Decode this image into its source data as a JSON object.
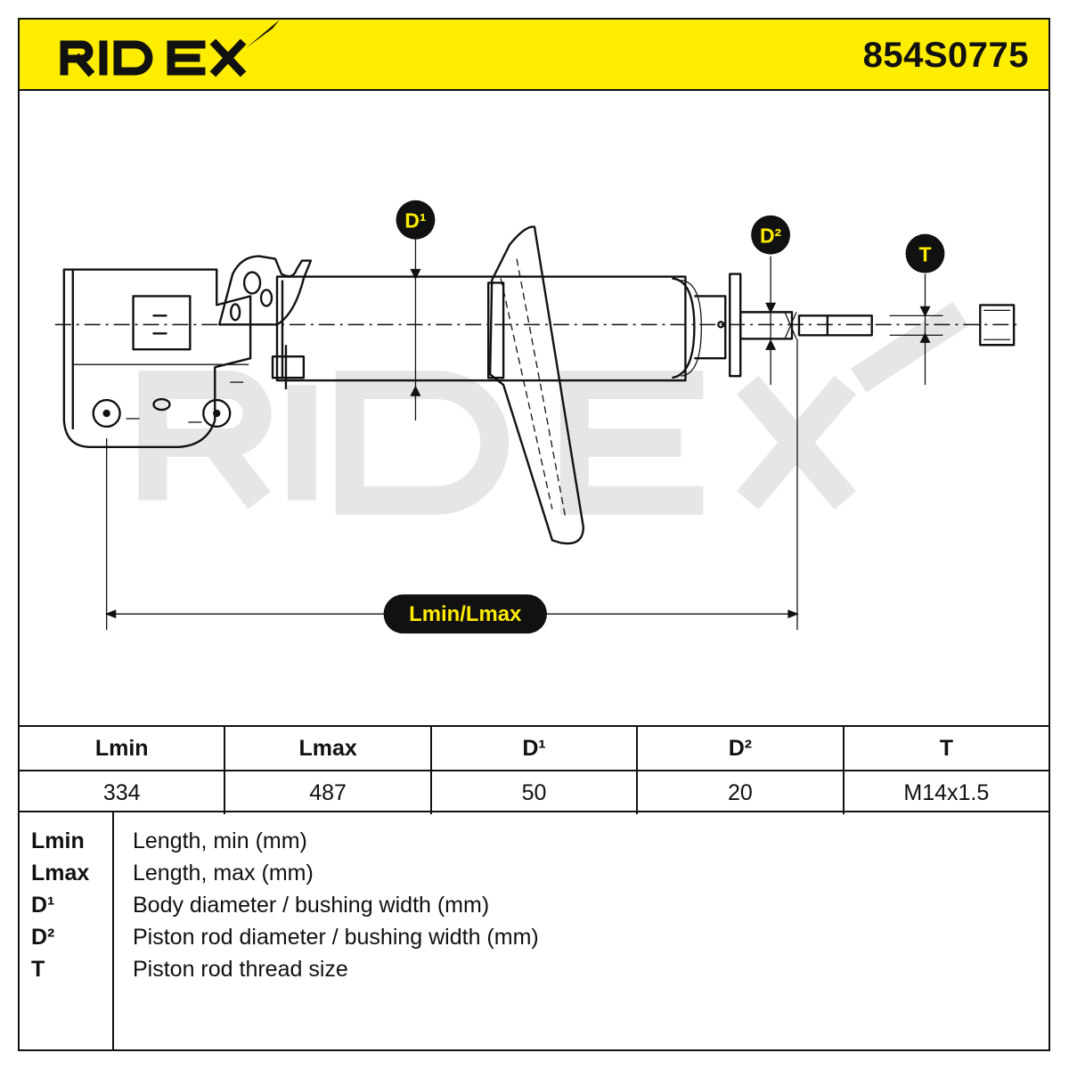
{
  "brand": {
    "name": "RIDEX",
    "accent_color": "#ffed00"
  },
  "header": {
    "part_number": "854S0775"
  },
  "drawing": {
    "watermark": "RIDEX",
    "labels": {
      "d1": "D¹",
      "d2": "D²",
      "t": "T",
      "length": "Lmin/Lmax"
    }
  },
  "specs": {
    "columns": [
      "Lmin",
      "Lmax",
      "D¹",
      "D²",
      "T"
    ],
    "values": [
      "334",
      "487",
      "50",
      "20",
      "M14x1.5"
    ]
  },
  "legend": [
    {
      "key": "Lmin",
      "desc": "Length, min (mm)"
    },
    {
      "key": "Lmax",
      "desc": "Length, max (mm)"
    },
    {
      "key": "D¹",
      "desc": "Body diameter / bushing width (mm)"
    },
    {
      "key": "D²",
      "desc": "Piston rod diameter / bushing width (mm)"
    },
    {
      "key": "T",
      "desc": "Piston rod thread size"
    }
  ]
}
